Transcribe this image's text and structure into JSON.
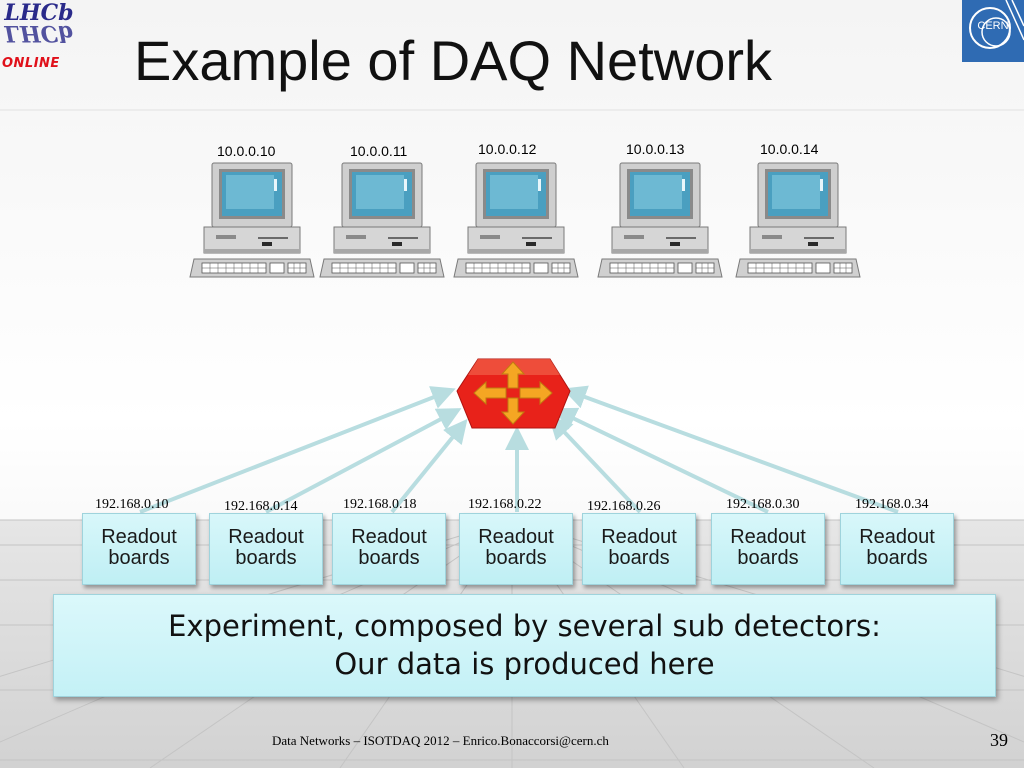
{
  "title": "Example of DAQ Network",
  "logos": {
    "lhcb": "LHCb",
    "online": "ONLINE",
    "cern": "CERN"
  },
  "computers": [
    {
      "ip": "10.0.0.10"
    },
    {
      "ip": "10.0.0.11"
    },
    {
      "ip": "10.0.0.12"
    },
    {
      "ip": "10.0.0.13"
    },
    {
      "ip": "10.0.0.14"
    }
  ],
  "switch": {
    "icon": "router-switch-icon"
  },
  "boards": [
    {
      "ip": "192.168.0.10",
      "label_line1": "Readout",
      "label_line2": "boards"
    },
    {
      "ip": "192.168.0.14",
      "label_line1": "Readout",
      "label_line2": "boards"
    },
    {
      "ip": "192.168.0.18",
      "label_line1": "Readout",
      "label_line2": "boards"
    },
    {
      "ip": "192.168.0.22",
      "label_line1": "Readout",
      "label_line2": "boards"
    },
    {
      "ip": "192.168.0.26",
      "label_line1": "Readout",
      "label_line2": "boards"
    },
    {
      "ip": "192.168.0.30",
      "label_line1": "Readout",
      "label_line2": "boards"
    },
    {
      "ip": "192.168.0.34",
      "label_line1": "Readout",
      "label_line2": "boards"
    }
  ],
  "experiment": {
    "line1": "Experiment, composed by several sub detectors:",
    "line2": "Our data is produced here"
  },
  "footer": "Data Networks – ISOTDAQ 2012 – Enrico.Bonaccorsi@cern.ch",
  "page_number": "39",
  "colors": {
    "board_fill": "#c9f3f7",
    "switch_red": "#e8221a",
    "switch_arrows": "#f5a623",
    "arrow_line": "#b8dde0"
  }
}
